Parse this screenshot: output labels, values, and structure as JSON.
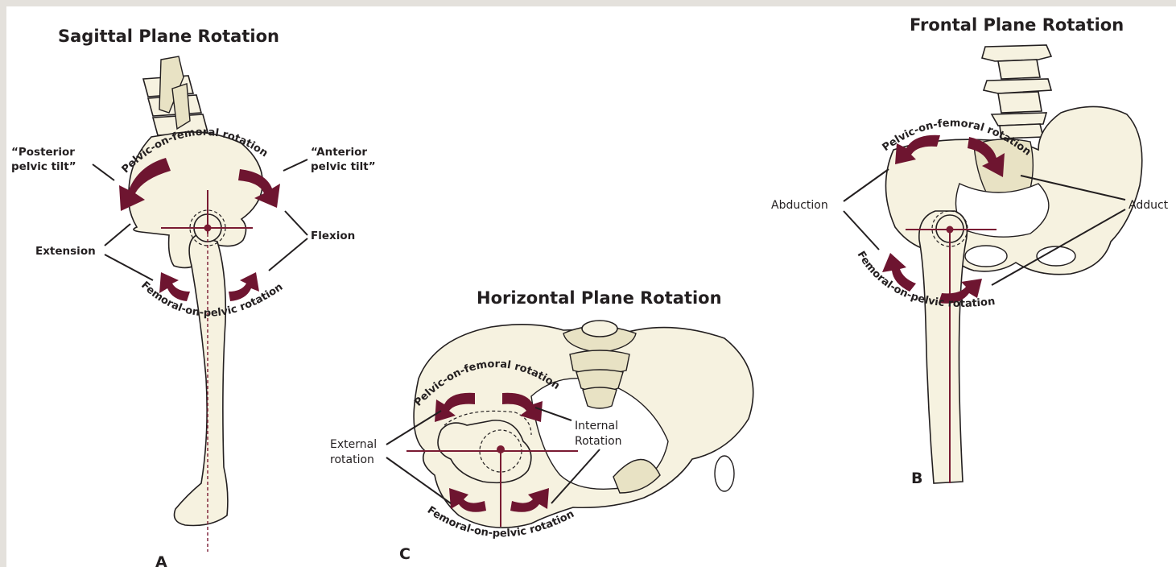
{
  "sagittal": {
    "title": "Sagittal Plane Rotation",
    "posterior_line1": "“Posterior",
    "posterior_line2": "pelvic tilt”",
    "anterior_line1": "“Anterior",
    "anterior_line2": "pelvic tilt”",
    "extension": "Extension",
    "flexion": "Flexion",
    "pelvic_on_femoral": "Pelvic-on-femoral rotation",
    "femoral_on_pelvic": "Femoral-on-pelvic rotation",
    "panel_letter": "A"
  },
  "horizontal": {
    "title": "Horizontal Plane Rotation",
    "external_line1": "External",
    "external_line2": "rotation",
    "internal_line1": "Internal",
    "internal_line2": "Rotation",
    "pelvic_on_femoral": "Pelvic-on-femoral rotation",
    "femoral_on_pelvic": "Femoral-on-pelvic rotation",
    "panel_letter": "C"
  },
  "frontal": {
    "title": "Frontal Plane Rotation",
    "abduction": "Abduction",
    "adduction": "Adduct",
    "pelvic_on_femoral": "Pelvic-on-femoral rotation",
    "femoral_on_pelvic": "Femoral-on-pelvic rotation",
    "panel_letter": "B"
  },
  "colors": {
    "arrow": "#6e1530",
    "axis": "#7a1b33",
    "bone": "#f6f2e0",
    "background": "#e4e1dc"
  }
}
